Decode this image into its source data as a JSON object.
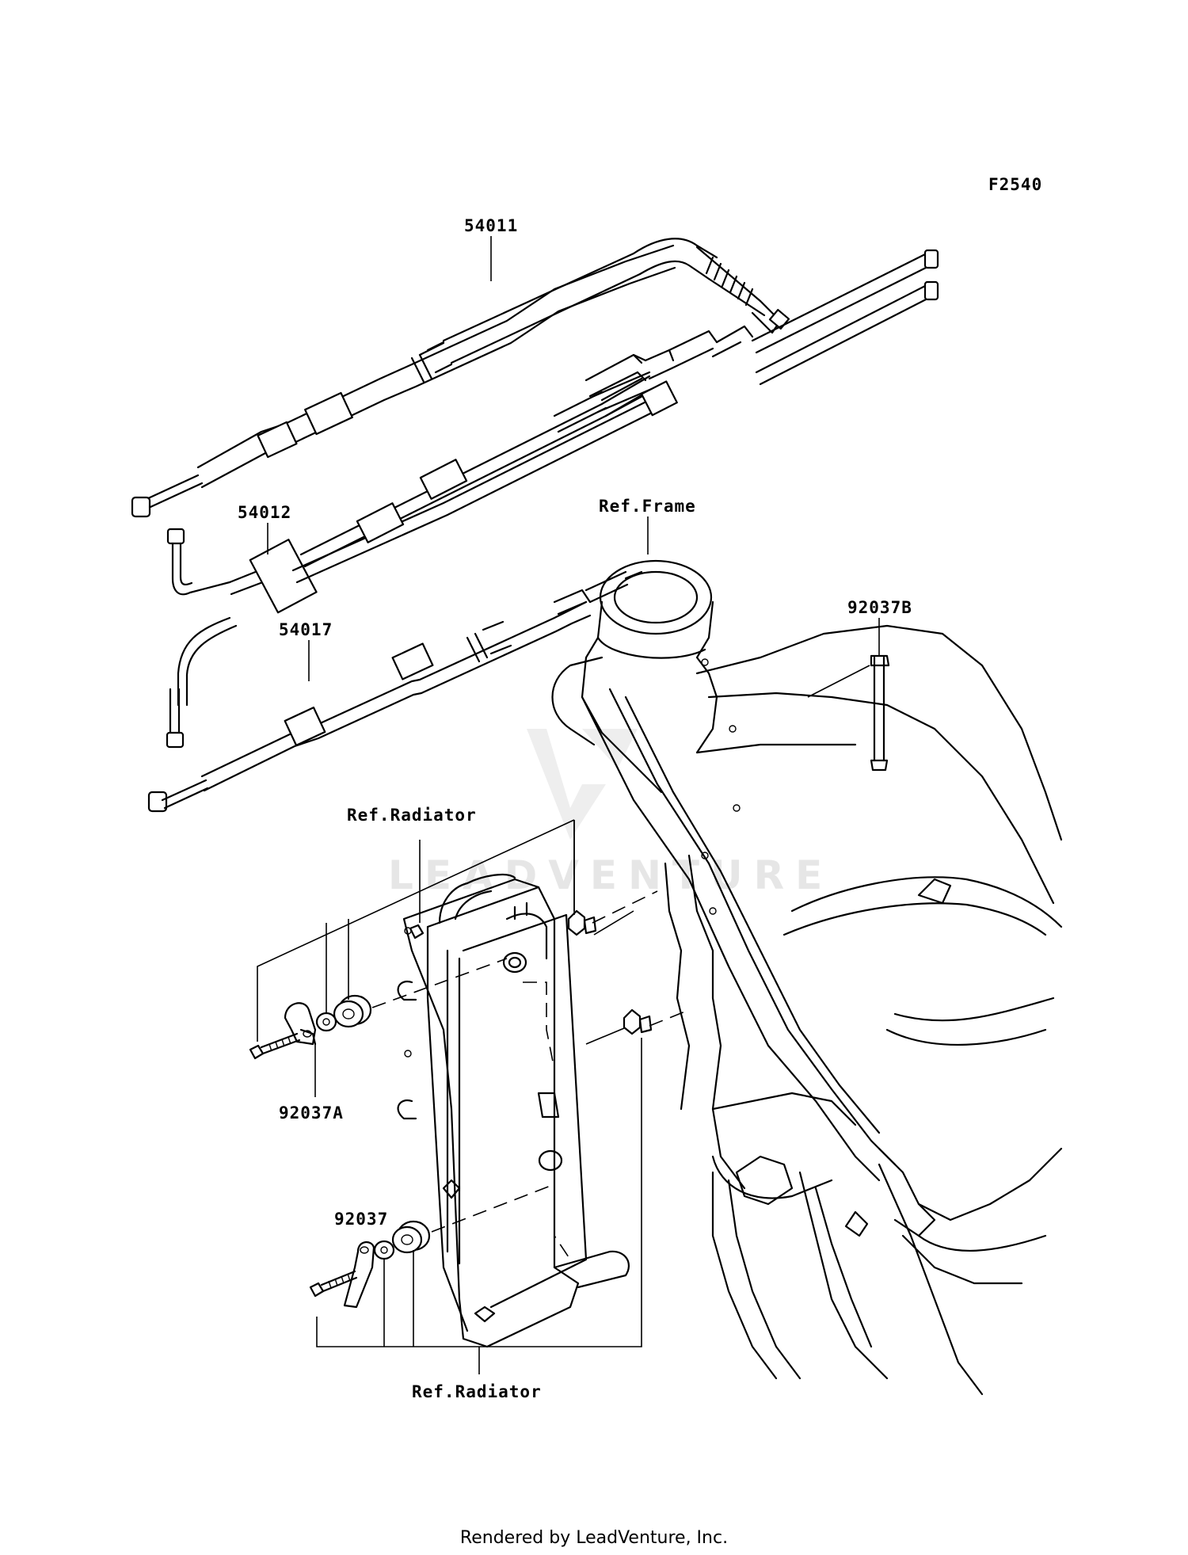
{
  "diagram_code": "F2540",
  "labels": {
    "throttle_cable": "54011",
    "throttle_cable_pair": "54012",
    "choke_cable": "54017",
    "ref_frame": "Ref.Frame",
    "clamp_b": "92037B",
    "ref_radiator_top": "Ref.Radiator",
    "clamp_a": "92037A",
    "clamp": "92037",
    "ref_radiator_bottom": "Ref.Radiator"
  },
  "watermark": "LEADVENTURE",
  "footer": "Rendered by LeadVenture, Inc."
}
